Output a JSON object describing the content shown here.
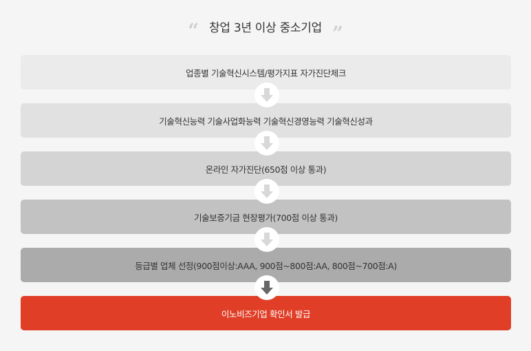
{
  "title": "창업 3년 이상 중소기업",
  "open_quote": "“",
  "close_quote": "”",
  "steps": [
    {
      "label": "업종별 기술혁신시스템/평가지표 자가진단체크",
      "color": "#ebebeb"
    },
    {
      "label": "기술혁신능력 기술사업화능력 기술혁신경영능력 기술혁신성과",
      "color": "#e1e1e1"
    },
    {
      "label": "온라인 자가진단(650점 이상 통과)",
      "color": "#d4d4d4"
    },
    {
      "label": "기술보증기금 현장평가(700점 이상 통과)",
      "color": "#c2c2c2"
    },
    {
      "label": "등급별 업체 선정(900점이상:AAA, 900점~800점:AA, 800점~700점:A)",
      "color": "#ababab"
    },
    {
      "label": "이노비즈기업 확인서 발급",
      "color": "#e03e27"
    }
  ],
  "arrows": [
    {
      "icon": "arrow-down-icon",
      "color": "#d8d8d8"
    },
    {
      "icon": "arrow-down-icon",
      "color": "#d8d8d8"
    },
    {
      "icon": "arrow-down-icon",
      "color": "#d8d8d8"
    },
    {
      "icon": "arrow-down-icon",
      "color": "#d8d8d8"
    },
    {
      "icon": "arrow-down-icon",
      "color": "#666666"
    }
  ]
}
